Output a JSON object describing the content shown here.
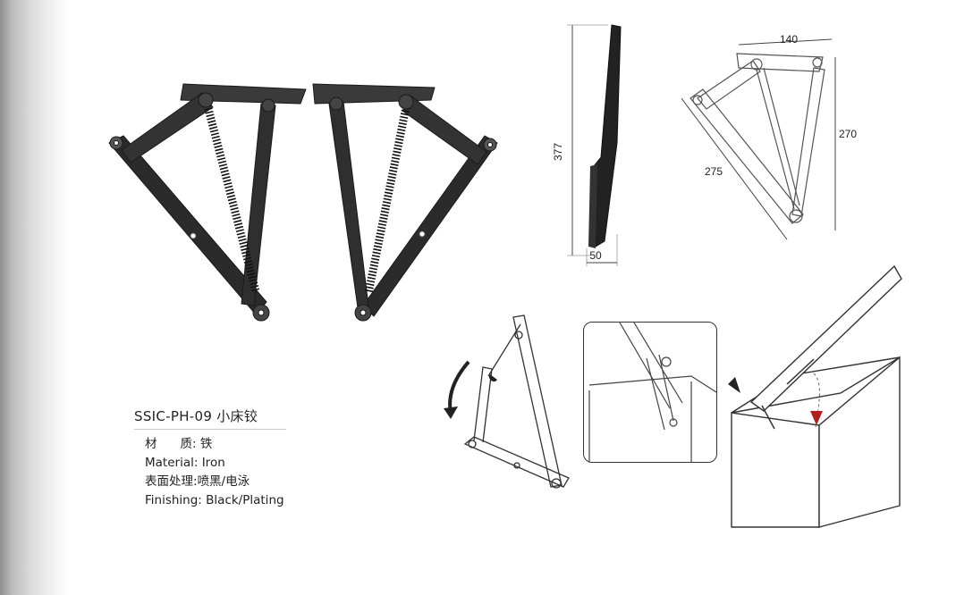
{
  "product": {
    "model": "SSIC-PH-09 小床铰",
    "specs": [
      {
        "label_a": "材",
        "label_b": "质:",
        "value": "铁"
      },
      {
        "label": "Material:",
        "value": "Iron"
      },
      {
        "label": "表面处理:",
        "value": "喷黑/电泳"
      },
      {
        "label": "Finishing:",
        "value": "Black/Plating"
      }
    ]
  },
  "dimensions": {
    "height": "377",
    "base": "50",
    "width": "140",
    "arm_height": "270",
    "arm_length": "275"
  },
  "colors": {
    "metal": "#2b2b2b",
    "highlight": "#5a5a5a",
    "accent_red": "#b21f1f"
  }
}
